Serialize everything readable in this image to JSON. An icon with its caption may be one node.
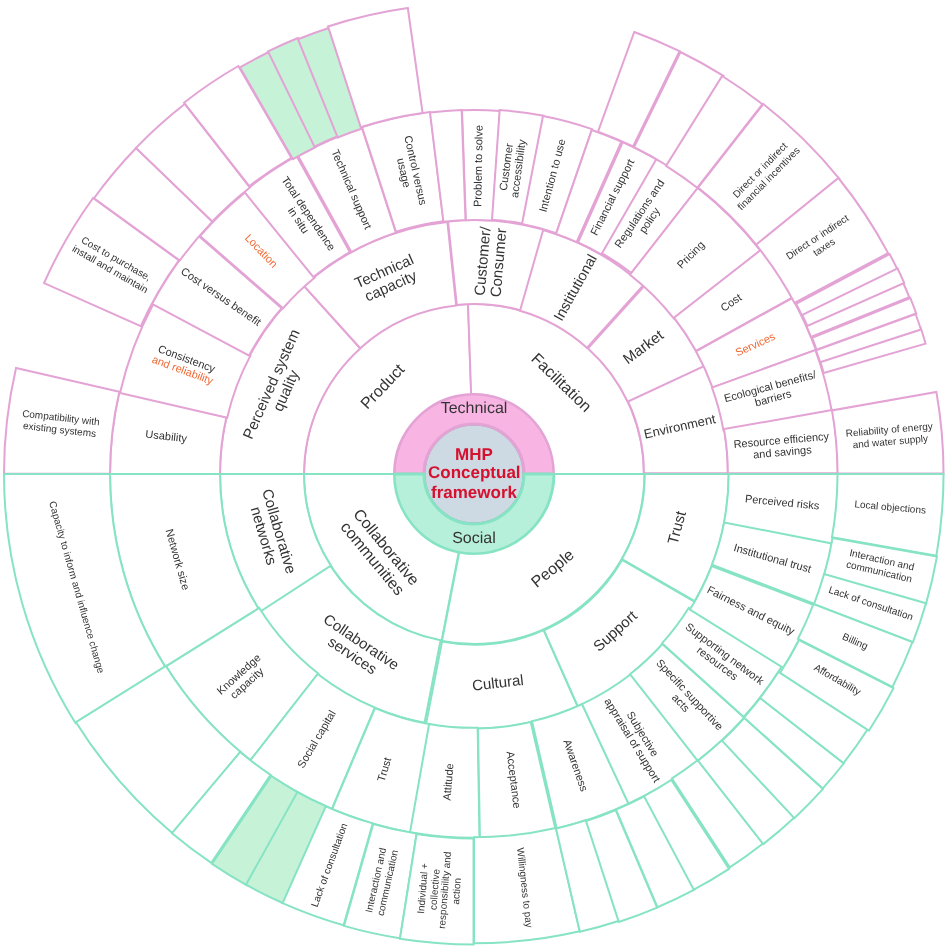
{
  "diagram": {
    "nodes": [
      {
        "text": [
          "MHP Conceptual framework"
        ]
      },
      {
        "text": [
          "Technical"
        ]
      },
      {
        "text": [
          "Social"
        ]
      },
      {
        "text": [
          "Product"
        ]
      },
      {
        "text": [
          "Facilitation"
        ]
      },
      {
        "text": [
          "Collaborative communities"
        ]
      },
      {
        "text": [
          "People"
        ]
      },
      {
        "text": [
          "Perceived system quality"
        ]
      },
      {
        "text": [
          "Technical capacity"
        ]
      },
      {
        "text": [
          "Customer/ Consumer"
        ]
      },
      {
        "text": [
          "Institutional"
        ]
      },
      {
        "text": [
          "Market"
        ]
      },
      {
        "text": [
          "Environment"
        ]
      },
      {
        "text": [
          "Collaborative networks"
        ]
      },
      {
        "text": [
          "Collaborative services"
        ]
      },
      {
        "text": [
          "Cultural"
        ]
      },
      {
        "text": [
          "Support"
        ]
      },
      {
        "text": [
          "Trust"
        ]
      },
      {
        "text": [
          "Usability"
        ]
      },
      {
        "text": [
          "Consistency",
          "and reliability"
        ]
      },
      {
        "text": [
          "Cost versus benefit"
        ]
      },
      {
        "text": [
          "Location"
        ]
      },
      {
        "text": [
          "Total dependence in situ"
        ]
      },
      {
        "text": [
          "Technical support"
        ]
      },
      {
        "text": [
          "Control versus usage"
        ]
      },
      {
        "text": [
          "Problem to solve"
        ]
      },
      {
        "text": [
          "Customer accessibility"
        ]
      },
      {
        "text": [
          "Intention to use"
        ]
      },
      {
        "text": [
          "Financial support"
        ]
      },
      {
        "text": [
          "Regulations and policy"
        ]
      },
      {
        "text": [
          "Pricing"
        ]
      },
      {
        "text": [
          "Cost"
        ]
      },
      {
        "text": [
          "Services"
        ]
      },
      {
        "text": [
          "Ecological benefits/ barriers"
        ]
      },
      {
        "text": [
          "Resource efficiency and savings"
        ]
      },
      {
        "text": [
          "Compatibility with existing systems"
        ]
      },
      {
        "text": [
          "Cost to purchase, install and maintain"
        ]
      },
      {
        "text": [
          "Direct or indirect financial incentives"
        ]
      },
      {
        "text": [
          "Direct or indirect taxes"
        ]
      },
      {
        "text": [
          "Reliability of energy and water supply"
        ]
      },
      {
        "text": [
          "Network size"
        ]
      },
      {
        "text": [
          "Knowledge capacity"
        ]
      },
      {
        "text": [
          "Social capital"
        ]
      },
      {
        "text": [
          "Trust"
        ]
      },
      {
        "text": [
          "Attitude"
        ]
      },
      {
        "text": [
          "Acceptance"
        ]
      },
      {
        "text": [
          "Awareness"
        ]
      },
      {
        "text": [
          "Subjective appraisal of support"
        ]
      },
      {
        "text": [
          "Specific supportive acts"
        ]
      },
      {
        "text": [
          "Supporting network resources"
        ]
      },
      {
        "text": [
          "Fairness and equity"
        ]
      },
      {
        "text": [
          "Institutional trust"
        ]
      },
      {
        "text": [
          "Perceived risks"
        ]
      },
      {
        "text": [
          "Capacity to inform and influence change"
        ]
      },
      {
        "text": [
          "Lack of consultation"
        ]
      },
      {
        "text": [
          "Interaction and communication"
        ]
      },
      {
        "text": [
          "Individual + collective responsibility and action"
        ]
      },
      {
        "text": [
          "Willingness to pay"
        ]
      },
      {
        "text": [
          "Local objections"
        ]
      },
      {
        "text": [
          "Interaction and communication"
        ]
      },
      {
        "text": [
          "Lack of consultation"
        ]
      },
      {
        "text": [
          "Billing"
        ]
      },
      {
        "text": [
          "Affordability"
        ]
      },
      {
        "text": [],
        "shape": "box"
      },
      {
        "text": [],
        "shape": "box"
      },
      {
        "text": [],
        "shape": "box"
      },
      {
        "text": [],
        "shape": "box"
      },
      {
        "text": [],
        "shape": "box"
      },
      {
        "text": [],
        "shape": "box"
      },
      {
        "text": [],
        "shape": "box"
      },
      {
        "text": [],
        "shape": "box"
      },
      {
        "text": [],
        "shape": "box"
      },
      {
        "text": [],
        "shape": "box"
      },
      {
        "text": [],
        "shape": "box"
      },
      {
        "text": [],
        "shape": "box"
      },
      {
        "text": [],
        "shape": "box"
      },
      {
        "text": [],
        "shape": "box"
      },
      {
        "text": [],
        "shape": "box"
      },
      {
        "text": [],
        "shape": "box"
      },
      {
        "text": [],
        "shape": "box"
      },
      {
        "text": [],
        "shape": "box"
      },
      {
        "text": [],
        "shape": "box"
      },
      {
        "text": [],
        "shape": "box"
      },
      {
        "text": [],
        "shape": "box"
      },
      {
        "text": [],
        "shape": "box"
      },
      {
        "text": [],
        "shape": "box"
      },
      {
        "text": [],
        "shape": "box"
      },
      {
        "text": [],
        "shape": "box"
      },
      {
        "text": [],
        "shape": "box"
      },
      {
        "text": [],
        "shape": "box"
      },
      {
        "text": [],
        "shape": "box"
      },
      {
        "text": [],
        "shape": "box"
      },
      {
        "text": [],
        "shape": "box"
      },
      {
        "text": [],
        "shape": "box"
      }
    ]
  }
}
